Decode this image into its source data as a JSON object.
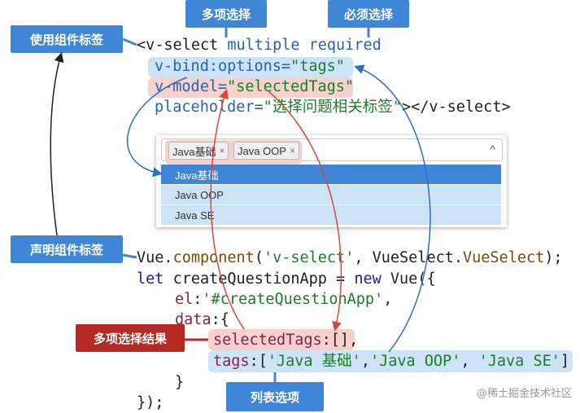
{
  "labels": {
    "use_tag": "使用组件标签",
    "multi_select": "多项选择",
    "required": "必须选择",
    "declare_tag": "声明组件标签",
    "multi_result": "多项选择结果",
    "list_options": "列表选项"
  },
  "code_top": {
    "line1_open": "<v-select ",
    "line1_attrs": "multiple required",
    "line2_attr": "v-bind:options=",
    "line2_val": "\"tags\"",
    "line3_attr": "v-model=",
    "line3_val": "\"selectedTags\"",
    "line4_attr": "placeholder=",
    "line4_val": "\"选择问题相关标签\"",
    "line4_close": "></v-select>"
  },
  "widget": {
    "tags": [
      "Java基础",
      "Java OOP"
    ],
    "tag_remove": "×",
    "chevron": "^",
    "options": [
      "Java基础",
      "Java OOP",
      "Java SE"
    ]
  },
  "code_bottom": {
    "l1_a": "Vue.",
    "l1_fn": "component",
    "l1_b": "(",
    "l1_str": "'v-select'",
    "l1_c": ", VueSelect.",
    "l1_d": "VueSelect",
    "l1_e": ");",
    "l2_kw": "let ",
    "l2_a": "createQuestionApp = ",
    "l2_kw2": "new ",
    "l2_b": "Vue({",
    "l3_prop": "el",
    "l3_a": ":",
    "l3_str": "'#createQuestionApp'",
    "l3_b": ",",
    "l4_prop": "data",
    "l4_a": ":{",
    "l5_prop": "selectedTags",
    "l5_a": ":[],",
    "l6_prop": "tags",
    "l6_a": ":[",
    "l6_s1": "'Java 基础'",
    "l6_b": ",",
    "l6_s2": "'Java OOP'",
    "l6_c": ", ",
    "l6_s3": "'Java SE'",
    "l6_d": "]",
    "l7": "}",
    "l8": "});"
  },
  "watermark": "@稀土掘金技术社区",
  "colors": {
    "label_blue": "#3f86d6",
    "label_red": "#b42a23",
    "highlight_blue": "#cde3f7",
    "highlight_red": "#f7d2cc",
    "arrow_blue": "#2e6fbf",
    "arrow_red": "#d9483b"
  }
}
